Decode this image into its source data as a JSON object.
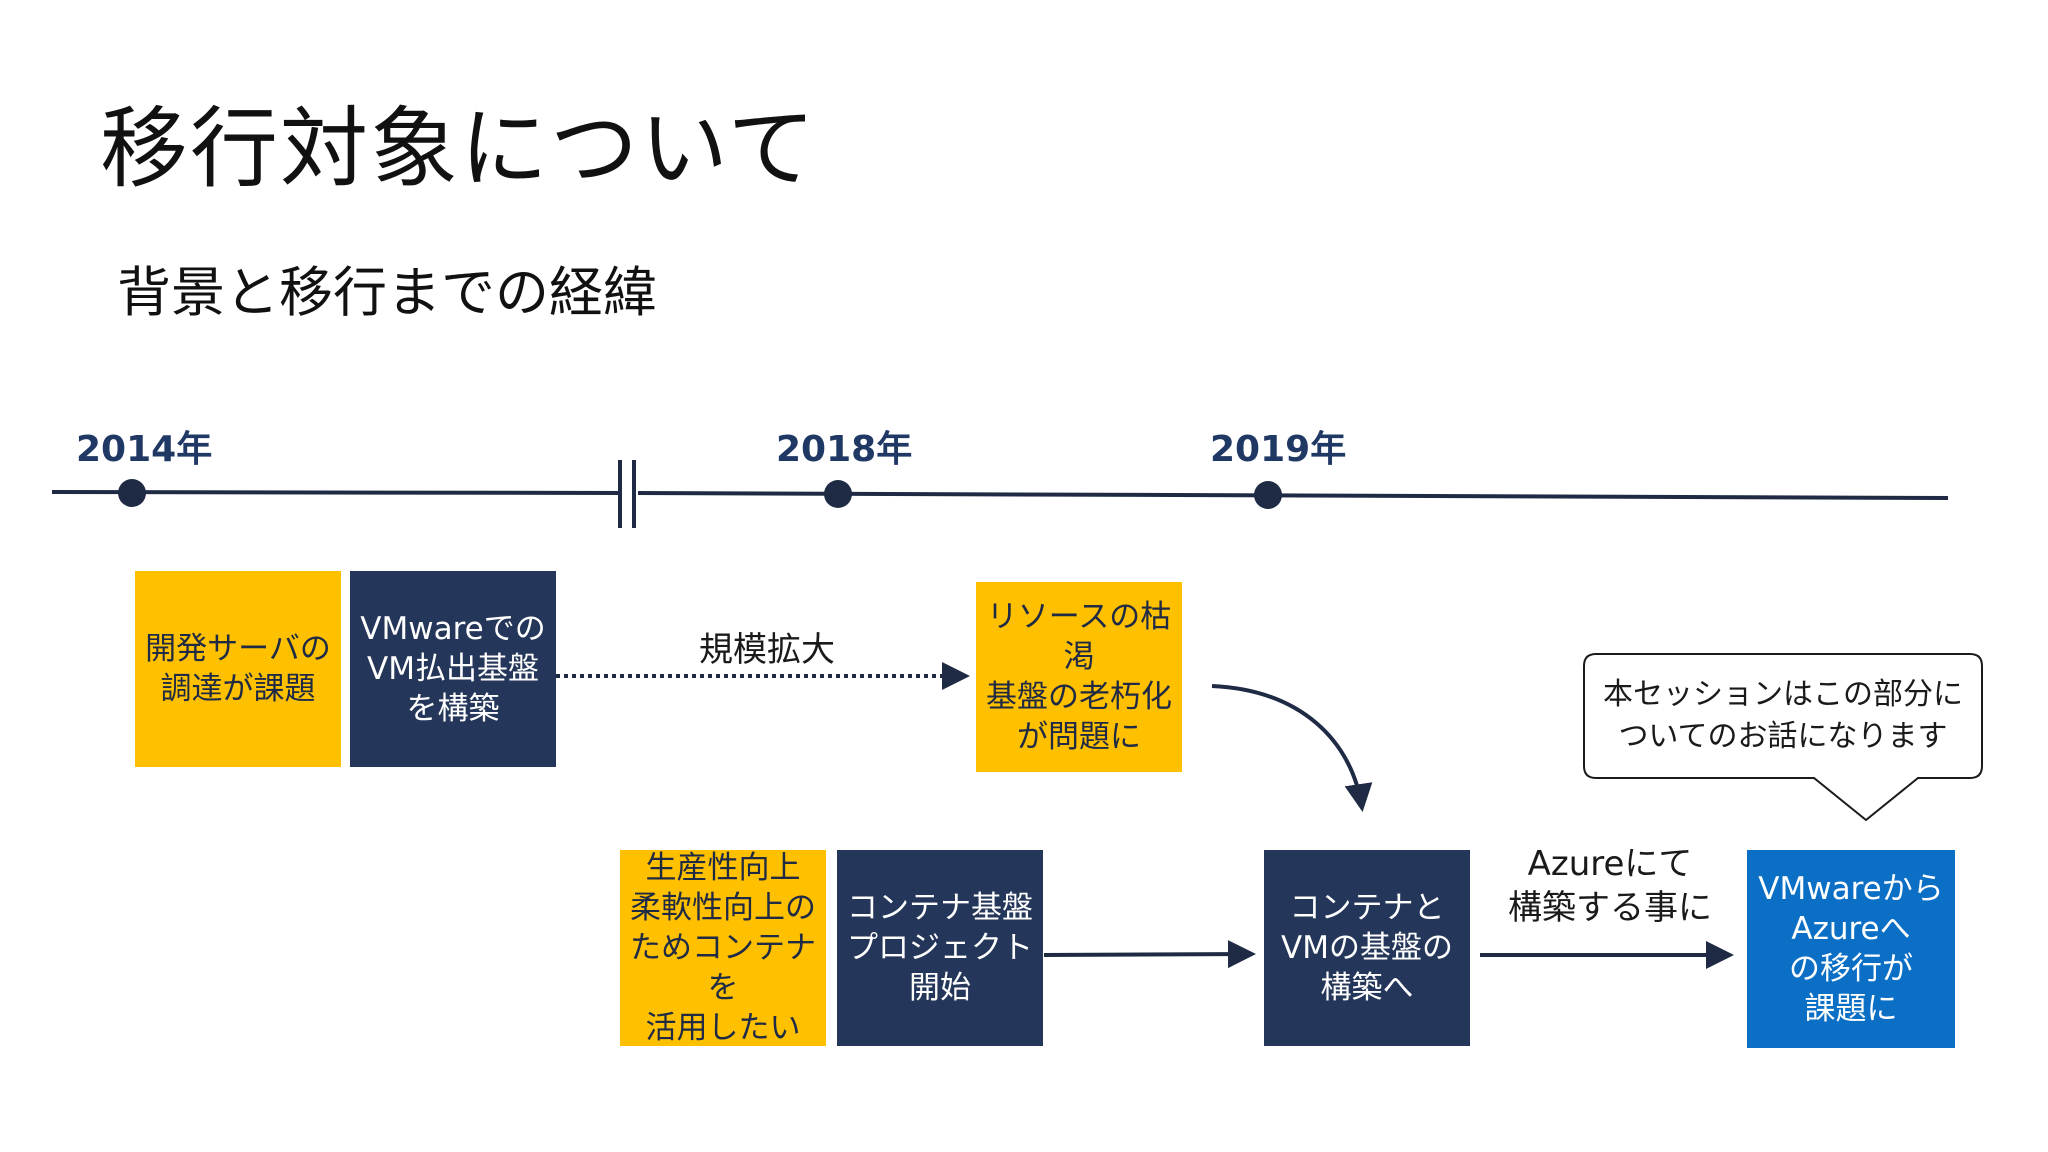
{
  "title": "移行対象について",
  "subtitle": "背景と移行までの経緯",
  "timeline": {
    "years": [
      "2014年",
      "2018年",
      "2019年"
    ]
  },
  "boxes": {
    "dev_server_issue": "開発サーバの\n調達が課題",
    "vmware_platform": "VMwareでの\nVM払出基盤\nを構築",
    "resource_depletion": "リソースの枯渇\n基盤の老朽化\nが問題に",
    "productivity": "生産性向上\n柔軟性向上の\nためコンテナを\n活用したい",
    "container_project": "コンテナ基盤\nプロジェクト\n開始",
    "container_vm_platform": "コンテナと\nVMの基盤の\n構築へ",
    "migration_issue": "VMwareから\nAzureへ\nの移行が\n課題に"
  },
  "labels": {
    "scale_expansion": "規模拡大",
    "build_on_azure": "Azureにて\n構築する事に"
  },
  "callout": "本セッションはこの部分に\nついてのお話になります",
  "colors": {
    "navy": "#243659",
    "yellow": "#ffc000",
    "blue": "#0b6fc6",
    "line": "#1f2a44"
  }
}
